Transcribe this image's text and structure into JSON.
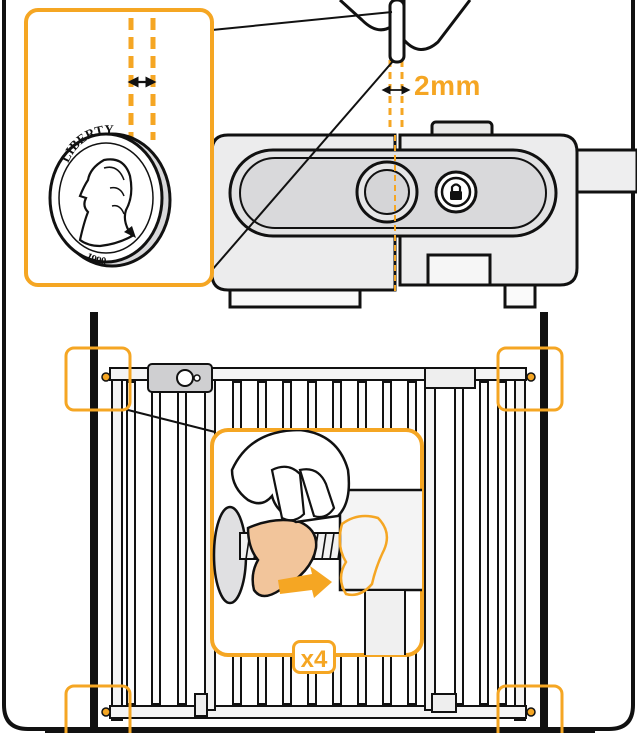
{
  "gap_measurement": {
    "label": "2mm"
  },
  "quantity_callout": {
    "label": "x4"
  },
  "coin": {
    "top_text": "LIBERTY",
    "year_text": "1990"
  },
  "colors": {
    "accent": "#f5a623",
    "outline": "#111111",
    "metal": "#e9e9ea",
    "knob": "#f2c59b"
  },
  "icons": [
    "lock-icon",
    "double-arrow-icon"
  ]
}
